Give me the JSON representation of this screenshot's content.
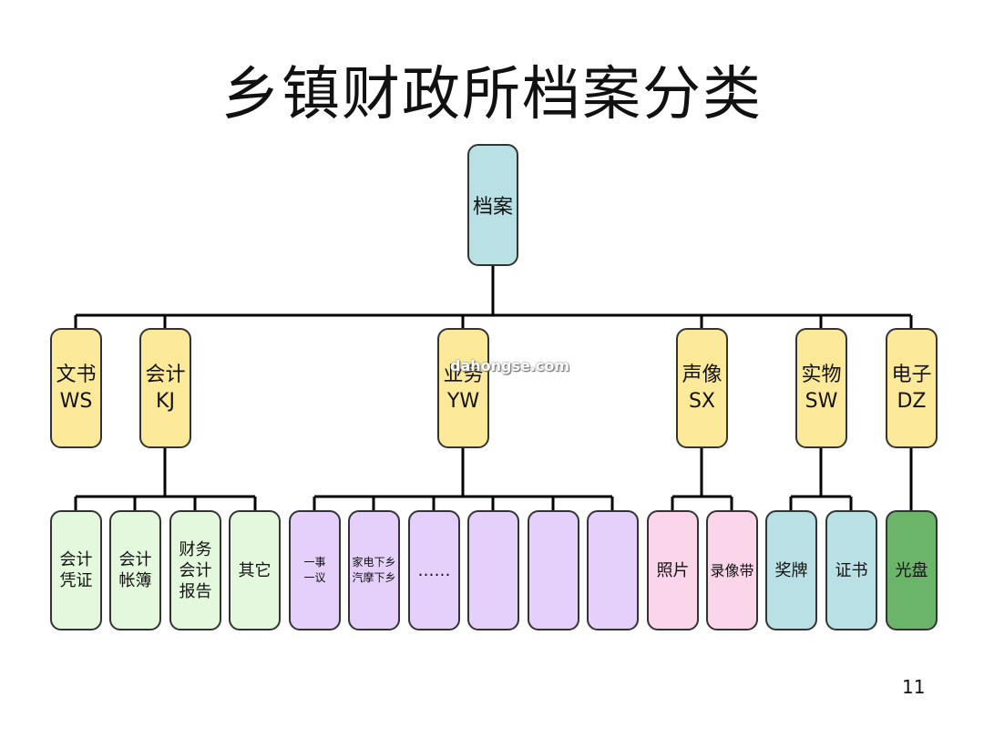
{
  "title": "乡镇财政所档案分类",
  "root": {
    "label": "档案"
  },
  "categories": [
    {
      "id": "ws",
      "label": "文书\nWS",
      "children": []
    },
    {
      "id": "kj",
      "label": "会计\nKJ",
      "children": [
        {
          "label": "会计\n凭证"
        },
        {
          "label": "会计\n帐簿"
        },
        {
          "label": "财务\n会计\n报告"
        },
        {
          "label": "其它"
        }
      ]
    },
    {
      "id": "yw",
      "label": "业务\nYW",
      "children": [
        {
          "label": "一事\n一议"
        },
        {
          "label": "家电下乡\n汽摩下乡"
        },
        {
          "label": "……"
        },
        {
          "label": ""
        },
        {
          "label": ""
        },
        {
          "label": ""
        }
      ]
    },
    {
      "id": "sx",
      "label": "声像\nSX",
      "children": [
        {
          "label": "照片"
        },
        {
          "label": "录像带"
        }
      ]
    },
    {
      "id": "sw",
      "label": "实物\nSW",
      "children": [
        {
          "label": "奖牌"
        },
        {
          "label": "证书"
        }
      ]
    },
    {
      "id": "dz",
      "label": "电子\nDZ",
      "children": [
        {
          "label": "光盘"
        }
      ]
    }
  ],
  "watermark": "dahongse.com",
  "page_number": "11"
}
